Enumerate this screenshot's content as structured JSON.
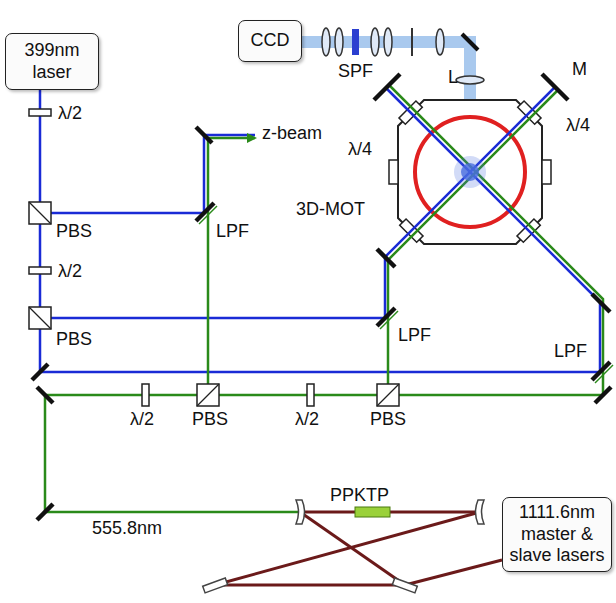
{
  "diagram": {
    "nodes": [
      {
        "text": [
          "399nm laser"
        ]
      },
      {
        "text": [
          "CCD"
        ]
      },
      {
        "text": [
          "1111.6nm master & slave lasers"
        ]
      }
    ],
    "labels": [
      "λ/2",
      "PBS",
      "λ/2",
      "PBS",
      "z-beam",
      "LPF",
      "M",
      "λ/4",
      "3D-MOT",
      "λ/4",
      "L",
      "SPF",
      "LPF",
      "LPF",
      "λ/2",
      "PBS",
      "λ/2",
      "PBS",
      "PPKTP",
      "555.8nm"
    ]
  }
}
